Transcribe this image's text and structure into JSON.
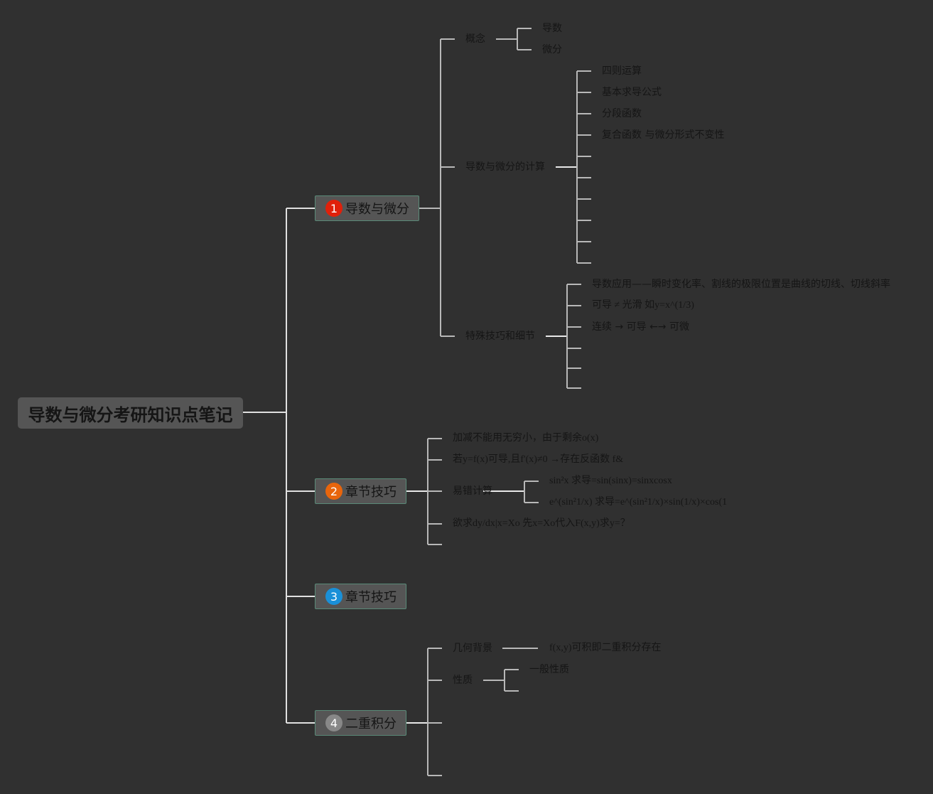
{
  "root": "导数与微分考研知识点笔记",
  "branches": [
    {
      "num": "1",
      "label": "导数与微分",
      "color": "#e0200a",
      "children": {
        "concept": {
          "label": "概念",
          "items": [
            "导数",
            "微分"
          ]
        },
        "calc": {
          "label": "导数与微分的计算",
          "items": [
            "四则运算",
            "基本求导公式",
            "分段函数",
            "复合函数 与微分形式不变性"
          ]
        },
        "tips": {
          "label": "特殊技巧和细节",
          "items": [
            "导数应用——瞬时变化率、割线的极限位置是曲线的切线、切线斜率",
            "可导 ≠ 光滑   如y=x^(1/3)",
            "连续 → 可导 ←→ 可微"
          ]
        }
      }
    },
    {
      "num": "2",
      "label": "章节技巧",
      "color": "#e8650c",
      "children": {
        "items": [
          "加减不能用无穷小，由于剩余o(x)",
          "若y=f(x)可导,且f'(x)≠0  →存在反函数 f&",
          "易错计算",
          "欲求dy/dx|x=Xo  先x=Xo代入F(x,y)求y=？"
        ],
        "errors": [
          "sin²x 求导=sin(sinx)=sinxcosx",
          "e^(sin²1/x) 求导=e^(sin²1/x)×sin(1/x)×cos(1"
        ]
      }
    },
    {
      "num": "3",
      "label": "章节技巧",
      "color": "#1a90d8"
    },
    {
      "num": "4",
      "label": "二重积分",
      "color": "#888888",
      "children": {
        "geo": {
          "label": "几何背景",
          "item": "f(x,y)可积即二重积分存在"
        },
        "prop": {
          "label": "性质",
          "item": "一般性质"
        }
      }
    }
  ]
}
